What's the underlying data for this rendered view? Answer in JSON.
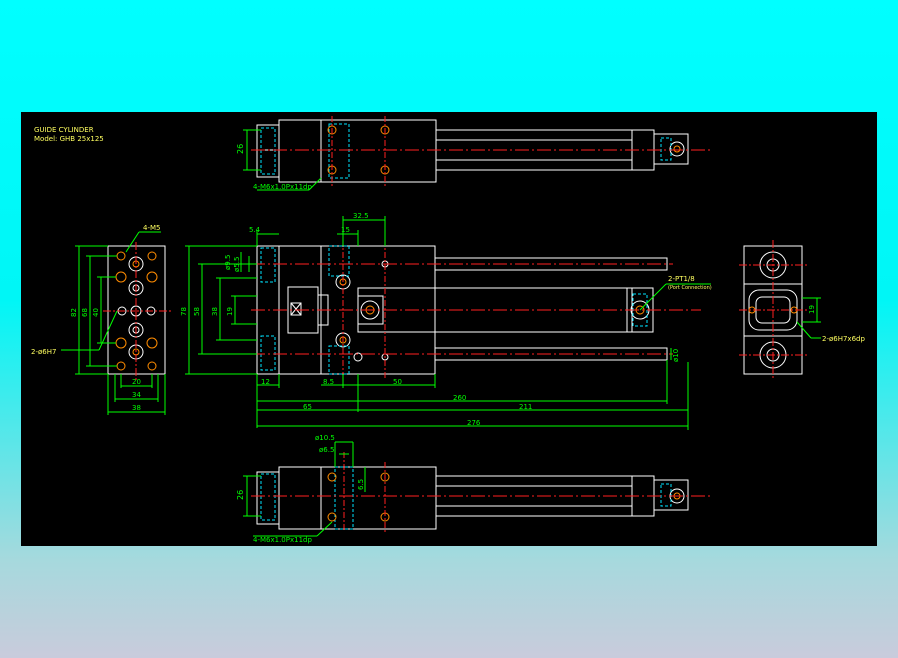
{
  "title": {
    "name": "GUIDE CYLINDER",
    "model": "Model: GHB 25x125"
  },
  "colors": {
    "background": "#000000",
    "outline": "#ffffff",
    "dimension": "#00ff00",
    "centerline": "#ff2020",
    "hidden": "#00e5ff",
    "text": "#ffff60",
    "hole": "#ff8c00"
  },
  "labels": {
    "hole_note_top": "4-M6x1.0Px11dp",
    "hole_note_bottom": "4-M6x1.0Px11dp",
    "end_holes": "4-M5",
    "end_pins": "2-ø6H7",
    "port": "2-PT1/8",
    "port_sub": "(Port Connection)",
    "right_pins": "2-ø6H7x6dp"
  },
  "dims": {
    "top_26": "26",
    "bot_26": "26",
    "bot_d105": "ø10.5",
    "bot_d65": "ø6.5",
    "bot_65": "6.5",
    "end_82": "82",
    "end_68": "68",
    "end_40": "40",
    "end_20": "20",
    "end_34": "34",
    "end_38": "38",
    "front_54": "5.4",
    "front_325": "32.5",
    "front_15": "15",
    "front_d95": "ø9.5",
    "front_d55": "ø5.5",
    "front_78": "78",
    "front_58": "58",
    "front_38": "38",
    "front_19": "19",
    "front_12": "12",
    "front_85": "8.5",
    "front_50": "50",
    "front_260": "260",
    "front_65": "65",
    "front_211": "211",
    "front_276": "276",
    "front_d10": "ø10",
    "right_19": "19"
  }
}
